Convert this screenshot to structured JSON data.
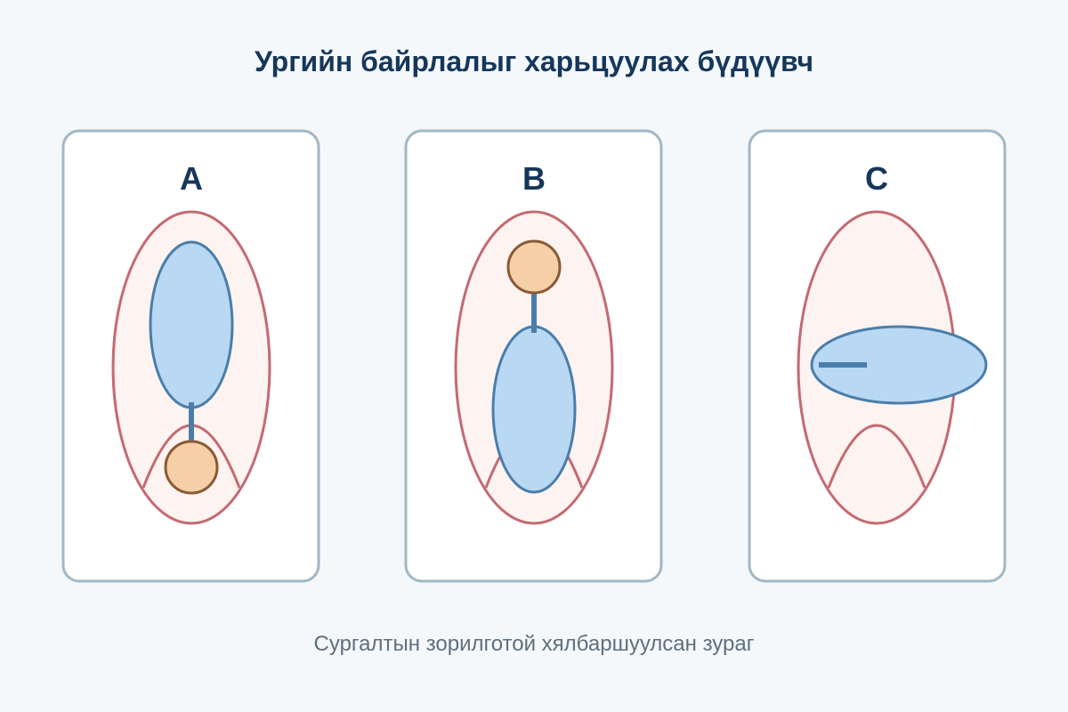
{
  "title": "Ургийн байрлалыг харьцуулах бүдүүвч",
  "caption": "Сургалтын зорилготой хялбаршуулсан зураг",
  "panels": [
    {
      "label": "A"
    },
    {
      "label": "B"
    },
    {
      "label": "C"
    }
  ],
  "colors": {
    "background": "#f4f8fb",
    "panel_fill": "#ffffff",
    "panel_border": "#a2b7c6",
    "uterus_stroke": "#c46a72",
    "uterus_fill": "#fdf3f0",
    "fetus_fill": "#b9d8f3",
    "fetus_stroke": "#4a7eab",
    "placenta_fill": "#f5cfa5",
    "placenta_stroke": "#8a5a36",
    "title_text": "#16375a",
    "caption_text": "#5f6f7d"
  }
}
